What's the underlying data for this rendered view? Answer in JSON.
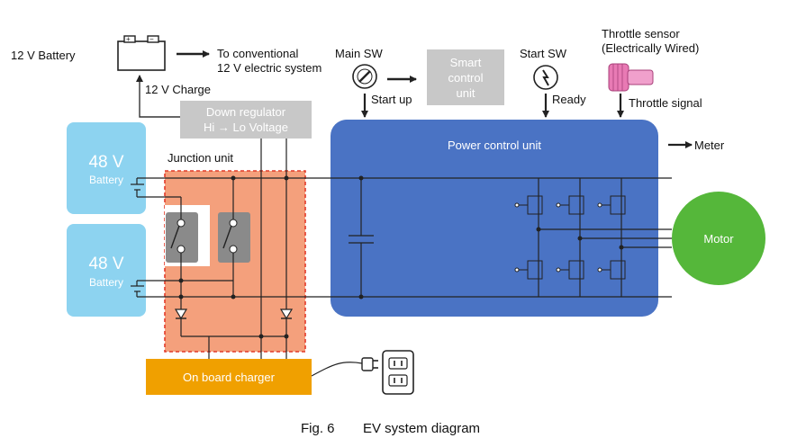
{
  "battery12": {
    "label": "12 V Battery"
  },
  "to_conventional": {
    "line1": "To conventional",
    "line2": "12 V electric system"
  },
  "charge12": {
    "label": "12 V Charge"
  },
  "main_sw": {
    "label": "Main SW",
    "startup": "Start up"
  },
  "smart_control": {
    "line1": "Smart",
    "line2": "control",
    "line3": "unit"
  },
  "start_sw": {
    "label": "Start SW",
    "ready": "Ready"
  },
  "throttle": {
    "line1": "Throttle sensor",
    "line2": "(Electrically Wired)",
    "signal": "Throttle signal"
  },
  "down_regulator": {
    "line1": "Down regulator",
    "line2": "Hi → Lo Voltage"
  },
  "power_control": {
    "label": "Power control unit"
  },
  "meter": {
    "label": "Meter"
  },
  "junction": {
    "label": "Junction unit"
  },
  "battery48_a": {
    "voltage": "48 V",
    "label": "Battery"
  },
  "battery48_b": {
    "voltage": "48 V",
    "label": "Battery"
  },
  "motor": {
    "label": "Motor"
  },
  "charger": {
    "label": "On board charger"
  },
  "caption": {
    "fig": "Fig. 6",
    "title": "EV system diagram"
  },
  "colors": {
    "battery48": "#8dd3f0",
    "junction": "#f4a07c",
    "junction_border": "#e23a2a",
    "pcu": "#4a73c4",
    "motor": "#55b73a",
    "charger": "#f0a000",
    "grey_box": "#c8c8c8",
    "throttle": "#e87ab4"
  }
}
